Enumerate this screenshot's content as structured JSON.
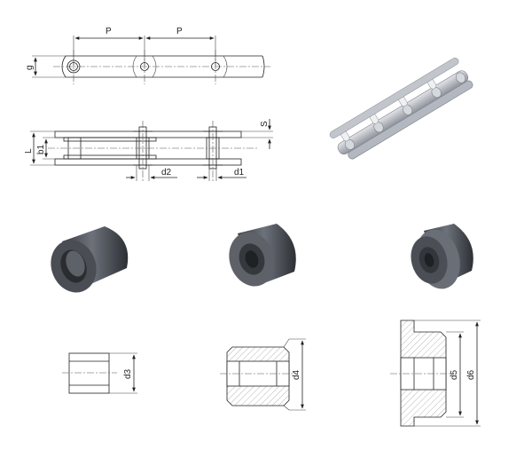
{
  "labels": {
    "pitch": "P",
    "height": "g",
    "width_L": "L",
    "width_b1": "b1",
    "thickness": "S",
    "roller_d2": "d2",
    "roller_d1": "d1",
    "bushing_d3": "d3",
    "roller_d4": "d4",
    "flanged_d5": "d5",
    "flanged_d6": "d6"
  },
  "colors": {
    "line": "#222222",
    "part_dark": "#3b3e44",
    "part_mid": "#5a5e66",
    "part_light": "#8b9099",
    "steel_light": "#c9ccd2",
    "steel_mid": "#9da1aa"
  }
}
